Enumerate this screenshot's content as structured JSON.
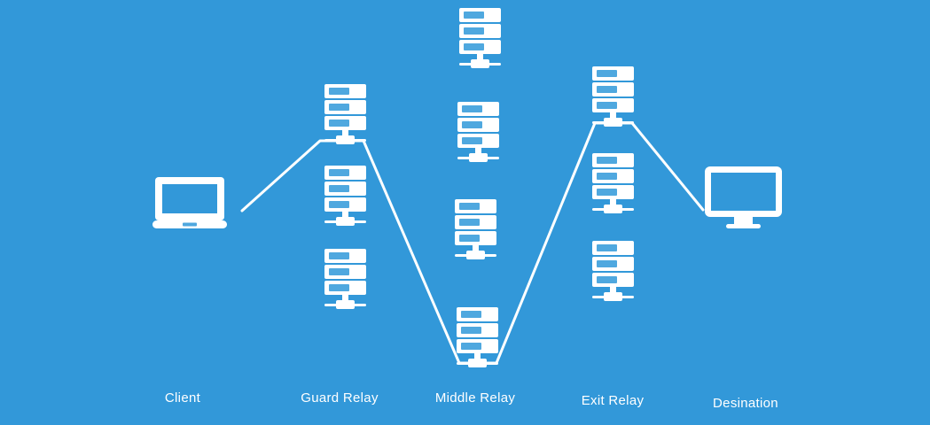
{
  "diagram": {
    "type": "network-circuit-diagram",
    "background_color": "#3298d9",
    "icon_color": "#ffffff",
    "icon_accent_color": "#4fa8df",
    "label_color": "#ffffff",
    "nodes": [
      {
        "id": "client",
        "label": "Client",
        "icon": "laptop-icon",
        "icon_count": 1
      },
      {
        "id": "guard-relay",
        "label": "Guard Relay",
        "icon": "server-icon",
        "icon_count": 3
      },
      {
        "id": "middle-relay",
        "label": "Middle Relay",
        "icon": "server-icon",
        "icon_count": 4
      },
      {
        "id": "exit-relay",
        "label": "Exit Relay",
        "icon": "server-icon",
        "icon_count": 3
      },
      {
        "id": "destination",
        "label": "Desination",
        "icon": "monitor-icon",
        "icon_count": 1
      }
    ],
    "connections": [
      {
        "from": "Client",
        "to": "Guard Relay"
      },
      {
        "from": "Guard Relay",
        "to": "Middle Relay"
      },
      {
        "from": "Middle Relay",
        "to": "Exit Relay"
      },
      {
        "from": "Exit Relay",
        "to": "Desination"
      }
    ]
  }
}
